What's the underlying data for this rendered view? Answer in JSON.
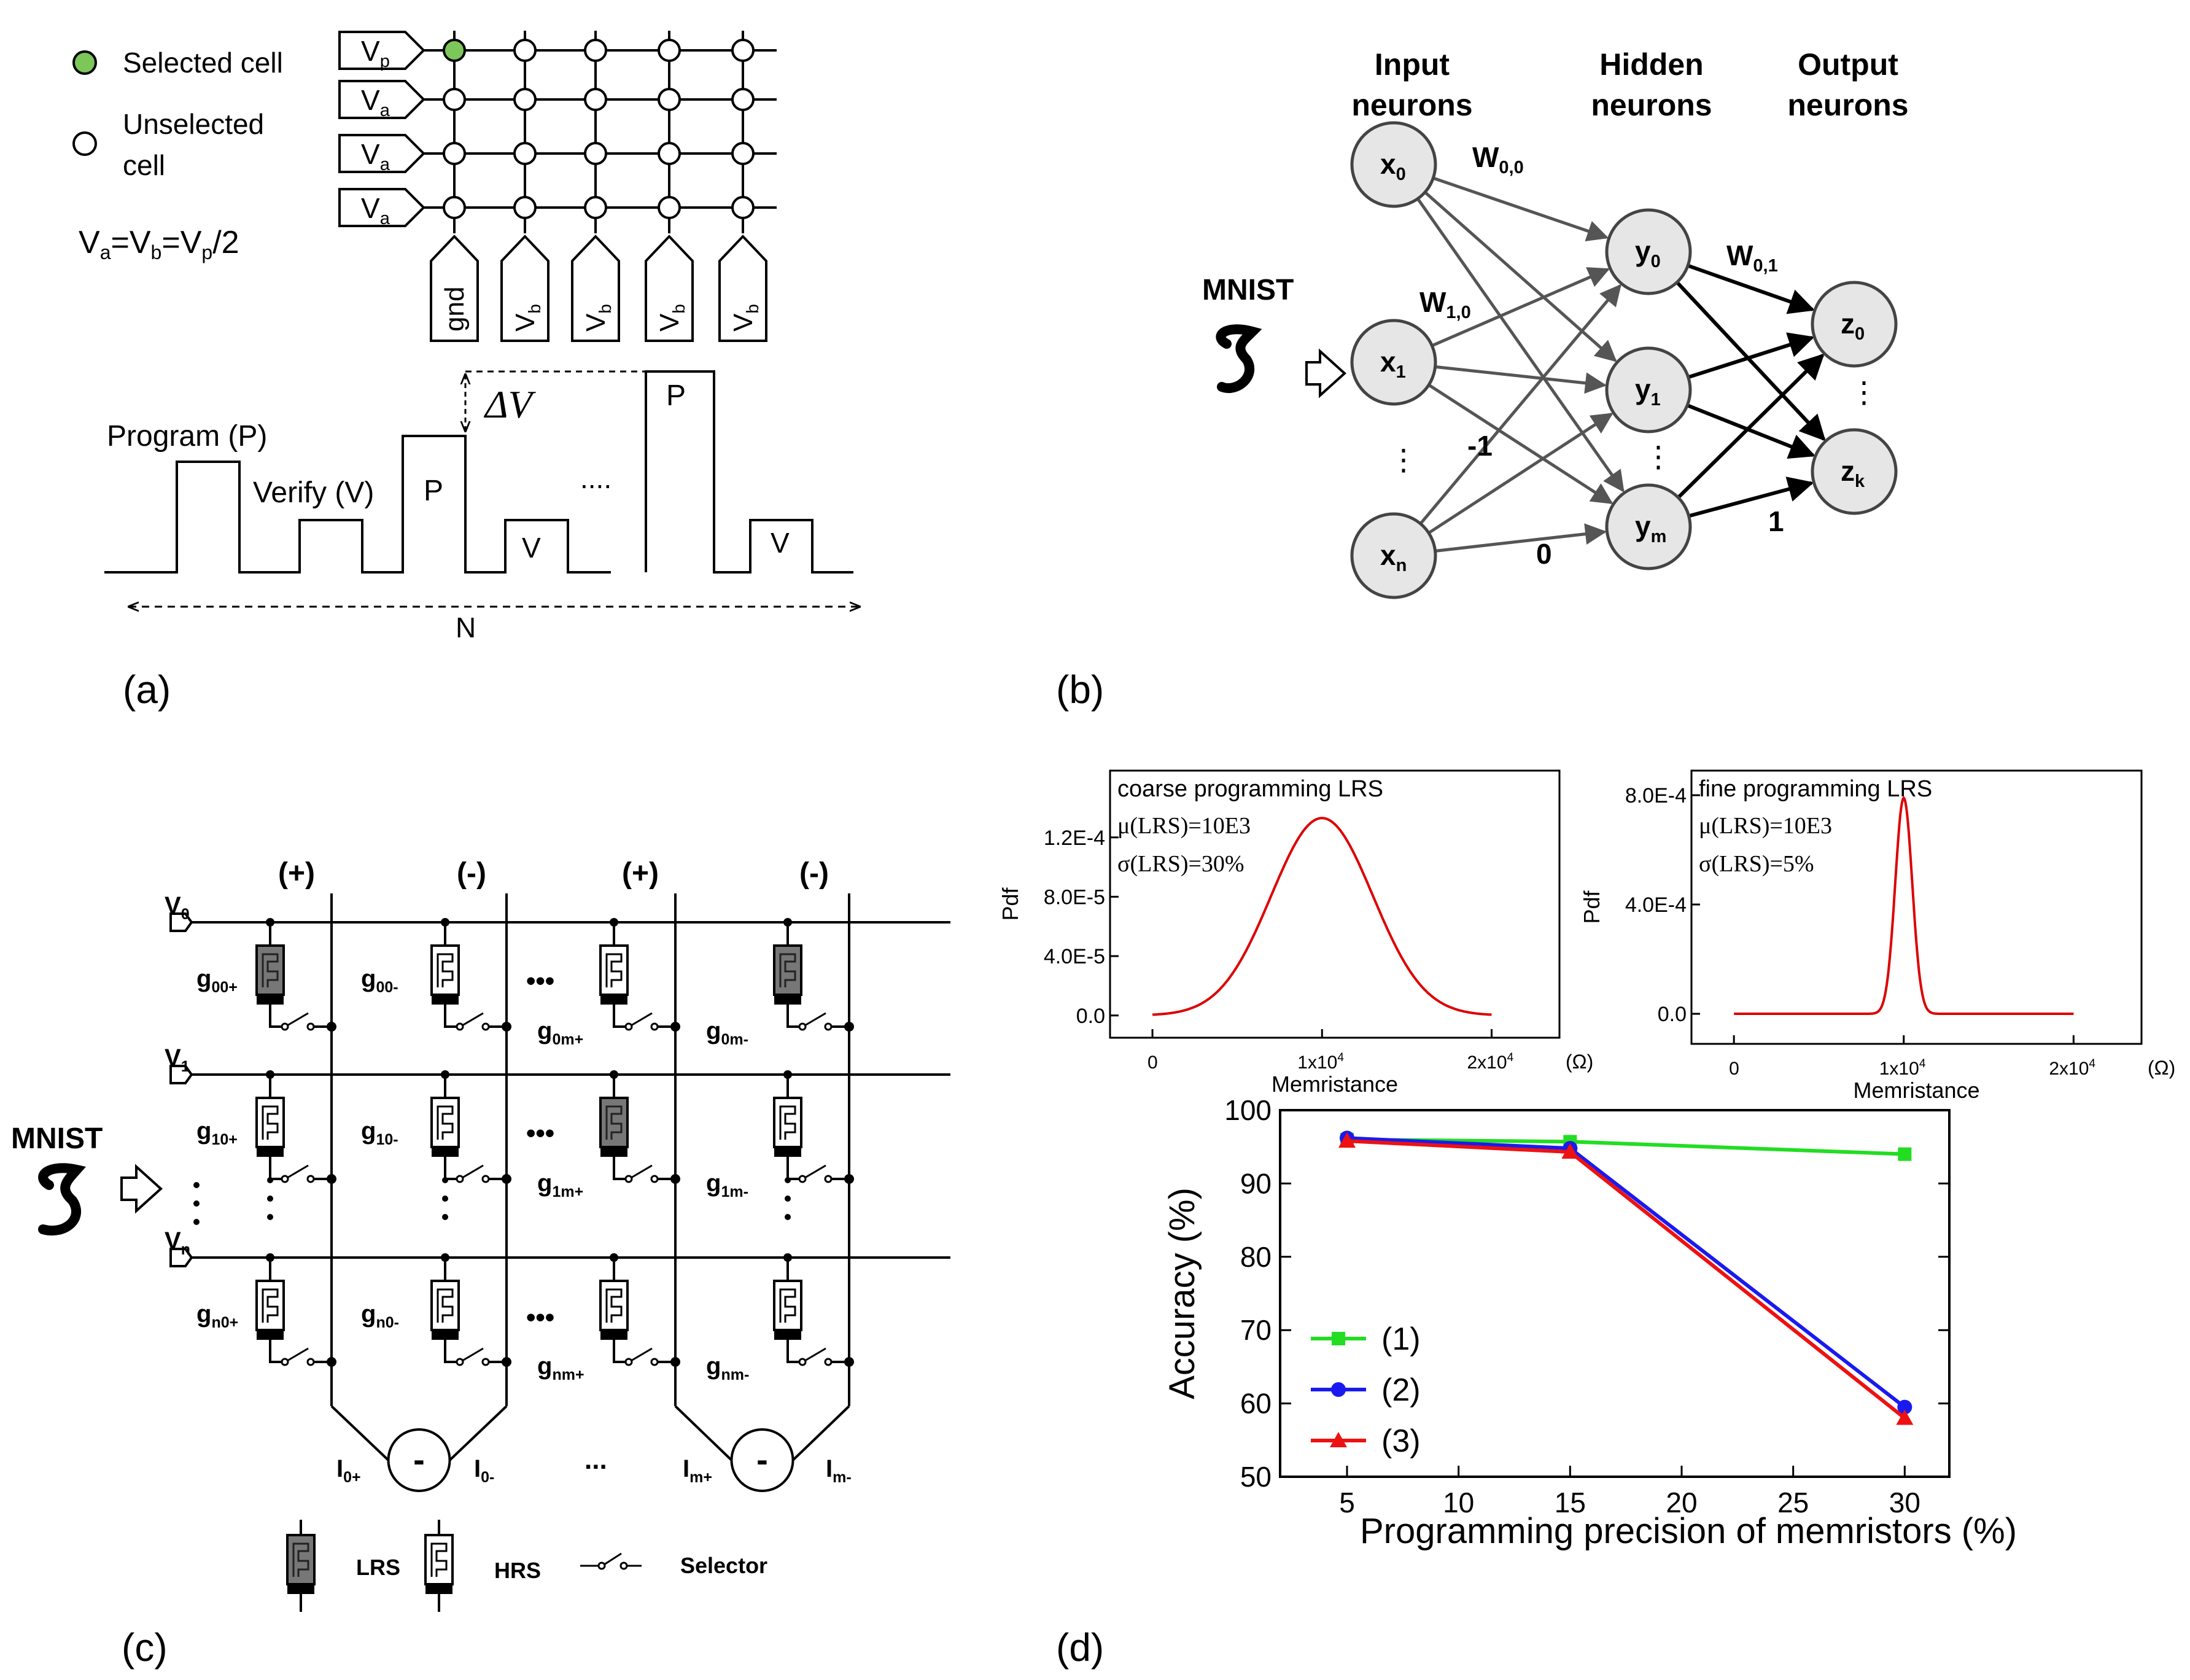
{
  "panel_labels": {
    "a": "(a)",
    "b": "(b)",
    "c": "(c)",
    "d": "(d)"
  },
  "colors": {
    "selected": "#7cc65a",
    "curve_red": "#dd0000",
    "series1": "#22dd22",
    "series2": "#1a1aee",
    "series3": "#ee1111",
    "lrs_fill": "#777777",
    "neuron_fill": "#e6e6e6",
    "arrow_gray": "#555555"
  },
  "panel_a": {
    "legend_selected": "Selected cell",
    "legend_unselected_1": "Unselected",
    "legend_unselected_2": "cell",
    "equation": {
      "v1": "V",
      "s1": "a",
      "eq1": "=V",
      "s2": "b",
      "eq2": "=V",
      "s3": "p",
      "tail": "/2"
    },
    "row_drivers": [
      {
        "v": "V",
        "s": "p"
      },
      {
        "v": "V",
        "s": "a"
      },
      {
        "v": "V",
        "s": "a"
      },
      {
        "v": "V",
        "s": "a"
      }
    ],
    "col_drivers": [
      {
        "v": "gnd",
        "s": ""
      },
      {
        "v": "V",
        "s": "b"
      },
      {
        "v": "V",
        "s": "b"
      },
      {
        "v": "V",
        "s": "b"
      },
      {
        "v": "V",
        "s": "b"
      }
    ],
    "program_label": "Program (P)",
    "verify_label": "Verify (V)",
    "p_label": "P",
    "v_label": "V",
    "delta_v": "ΔV",
    "dots": "....",
    "n_label": "N"
  },
  "panel_b": {
    "headers": [
      [
        "Input",
        "neurons"
      ],
      [
        "Hidden",
        "neurons"
      ],
      [
        "Output",
        "neurons"
      ]
    ],
    "mnist": "MNIST",
    "inputs": [
      {
        "b": "x",
        "s": "0"
      },
      {
        "b": "x",
        "s": "1"
      },
      {
        "b": "x",
        "s": "n"
      }
    ],
    "hidden": [
      {
        "b": "y",
        "s": "0"
      },
      {
        "b": "y",
        "s": "1"
      },
      {
        "b": "y",
        "s": "m"
      }
    ],
    "outputs": [
      {
        "b": "z",
        "s": "0"
      },
      {
        "b": "z",
        "s": "k"
      }
    ],
    "weights": [
      {
        "b": "W",
        "s": "0,0"
      },
      {
        "b": "W",
        "s": "1,0"
      },
      {
        "b": "W",
        "s": "0,1"
      }
    ],
    "value_labels": [
      "-1",
      "0",
      "1"
    ],
    "vdots": "⋮"
  },
  "panel_c": {
    "mnist": "MNIST",
    "polarities": [
      "(+)",
      "(-)",
      "(+)",
      "(-)"
    ],
    "rows": [
      {
        "v": "V",
        "s": "0"
      },
      {
        "v": "V",
        "s": "1"
      },
      {
        "v": "V",
        "s": "n"
      }
    ],
    "g_labels": [
      [
        {
          "b": "g",
          "s": "00+"
        },
        {
          "b": "g",
          "s": "00-"
        },
        {
          "b": "g",
          "s": "0m+"
        },
        {
          "b": "g",
          "s": "0m-"
        }
      ],
      [
        {
          "b": "g",
          "s": "10+"
        },
        {
          "b": "g",
          "s": "10-"
        },
        {
          "b": "g",
          "s": "1m+"
        },
        {
          "b": "g",
          "s": "1m-"
        }
      ],
      [
        {
          "b": "g",
          "s": "n0+"
        },
        {
          "b": "g",
          "s": "n0-"
        },
        {
          "b": "g",
          "s": "nm+"
        },
        {
          "b": "g",
          "s": "nm-"
        }
      ]
    ],
    "currents": [
      {
        "b": "I",
        "s": "0+"
      },
      {
        "b": "I",
        "s": "0-"
      },
      {
        "b": "I",
        "s": "m+"
      },
      {
        "b": "I",
        "s": "m-"
      }
    ],
    "minus": "-",
    "ellipsis": "•••",
    "dots_mid": "...",
    "legend": {
      "lrs": "LRS",
      "hrs": "HRS",
      "selector": "Selector"
    }
  },
  "chart_data": [
    {
      "type": "line",
      "title": "coarse programming LRS",
      "annotations": [
        "μ(LRS)=10E3",
        "σ(LRS)=30%"
      ],
      "xlabel": "Memristance",
      "xunit": "(Ω)",
      "ylabel": "Pdf",
      "xticks": [
        {
          "v": 0,
          "m": "0",
          "e": ""
        },
        {
          "v": 10000,
          "m": "1x10",
          "e": "4"
        },
        {
          "v": 20000,
          "m": "2x10",
          "e": "4"
        }
      ],
      "yticks": [
        {
          "v": 0,
          "l": "0.0"
        },
        {
          "v": 4e-05,
          "l": "4.0E-5"
        },
        {
          "v": 8e-05,
          "l": "8.0E-5"
        },
        {
          "v": 0.00012,
          "l": "1.2E-4"
        }
      ],
      "xlim": [
        -2500,
        24000
      ],
      "ylim": [
        -1.5e-05,
        0.000165
      ],
      "mu": 10000,
      "sigma": 3000,
      "peak": 0.000133
    },
    {
      "type": "line",
      "title": "fine programming LRS",
      "annotations": [
        "μ(LRS)=10E3",
        "σ(LRS)=5%"
      ],
      "xlabel": "Memristance",
      "xunit": "(Ω)",
      "ylabel": "Pdf",
      "xticks": [
        {
          "v": 0,
          "m": "0",
          "e": ""
        },
        {
          "v": 10000,
          "m": "1x10",
          "e": "4"
        },
        {
          "v": 20000,
          "m": "2x10",
          "e": "4"
        }
      ],
      "yticks": [
        {
          "v": 0,
          "l": "0.0"
        },
        {
          "v": 0.0004,
          "l": "4.0E-4"
        },
        {
          "v": 0.0008,
          "l": "8.0E-4"
        }
      ],
      "xlim": [
        -2500,
        24000
      ],
      "ylim": [
        -0.00011,
        0.00089
      ],
      "mu": 10000,
      "sigma": 500,
      "peak": 0.00079
    },
    {
      "type": "line",
      "xlabel": "Programming precision of memristors (%)",
      "ylabel": "Accuracy (%)",
      "xticks": [
        5,
        10,
        15,
        20,
        25,
        30
      ],
      "yticks": [
        50,
        60,
        70,
        80,
        90,
        100
      ],
      "xlim": [
        2,
        32
      ],
      "ylim": [
        50,
        100
      ],
      "series": [
        {
          "name": "(1)",
          "x": [
            5,
            15,
            30
          ],
          "y": [
            96,
            95.7,
            94
          ],
          "marker": "square"
        },
        {
          "name": "(2)",
          "x": [
            5,
            15,
            30
          ],
          "y": [
            96.2,
            94.8,
            59.5
          ],
          "marker": "circle"
        },
        {
          "name": "(3)",
          "x": [
            5,
            15,
            30
          ],
          "y": [
            95.8,
            94.3,
            58
          ],
          "marker": "triangle"
        }
      ]
    }
  ]
}
